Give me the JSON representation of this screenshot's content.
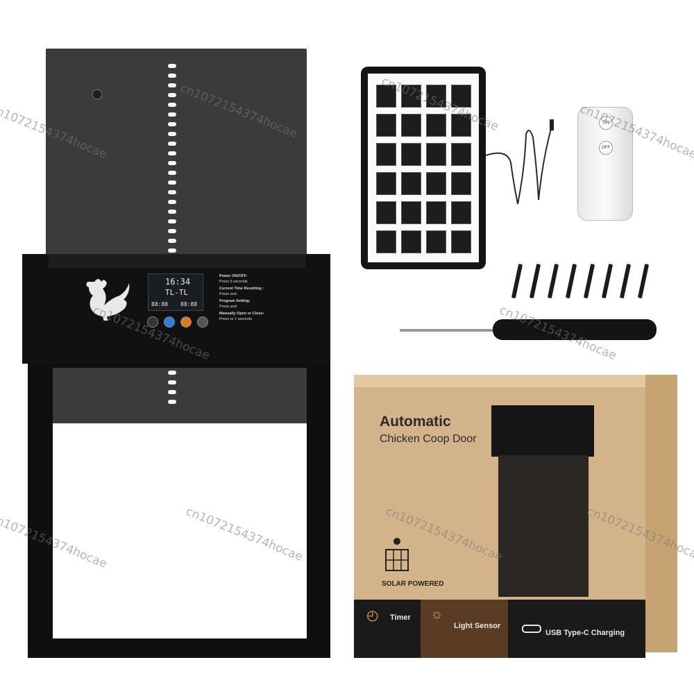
{
  "controller": {
    "lcd_time": "16:34",
    "lcd_mode": "TL-TL",
    "lcd_open": "88:88",
    "lcd_close": "88:88",
    "power_title": "Power ON/OFF:",
    "power_desc": "Press 5 seconds",
    "time_title": "Current Time Resetting :",
    "time_desc": "Press and",
    "program_title": "Program Setting:",
    "program_desc": "Press and",
    "manual_title": "Manually Open or Close:",
    "manual_desc": "Press or 1 seconds"
  },
  "remote": {
    "on_label": "ON",
    "off_label": "OFF"
  },
  "box": {
    "title_line1": "Automatic",
    "title_line2": "Chicken Coop Door",
    "solar_label": "SOLAR POWERED",
    "features": [
      "Timer",
      "Light Sensor",
      "USB Type-C Charging"
    ]
  },
  "watermark": "cn1072154374hocae",
  "colors": {
    "door": "#3b3b3b",
    "controller": "#111111",
    "box": "#d3b48a",
    "accent_orange": "#e07b22",
    "accent_blue": "#2b7fd8"
  }
}
